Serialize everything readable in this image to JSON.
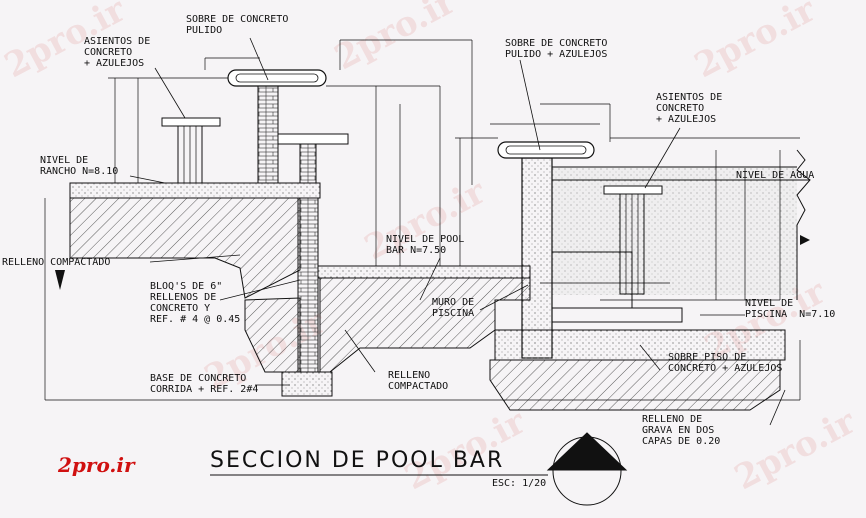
{
  "drawing": {
    "title": "SECCION DE POOL BAR",
    "scale": "ESC: 1/20",
    "brand": "2pro.ir",
    "watermark": "2pro.ir"
  },
  "labels": {
    "sobre_concreto_pulido": "SOBRE DE CONCRETO\nPULIDO",
    "asientos_left": "ASIENTOS DE\nCONCRETO\n+ AZULEJOS",
    "sobre_concreto_pulido_azulejos": "SOBRE DE CONCRETO\nPULIDO + AZULEJOS",
    "asientos_right": "ASIENTOS DE\nCONCRETO\n+ AZULEJOS",
    "nivel_rancho": "NIVEL DE\nRANCHO N=8.10",
    "nivel_agua": "NIVEL DE AGUA",
    "relleno_compactado_left": "RELLENO COMPACTADO",
    "nivel_pool_bar": "NIVEL DE POOL\nBAR N=7.50",
    "blocks": "BLOQ'S DE 6\"\nRELLENOS DE\nCONCRETO Y\nREF. # 4 @ 0.45",
    "muro_piscina": "MURO DE\nPISCINA",
    "nivel_piscina": "NIVEL DE\nPISCINA  N=7.10",
    "relleno_compactado_center": "RELLENO\nCOMPACTADO",
    "base_concreto": "BASE DE CONCRETO\nCORRIDA + REF. 2#4",
    "sobre_piso": "SOBRE PISO DE\nCONCRETO + AZULEJOS",
    "relleno_grava": "RELLENO DE\nGRAVA EN DOS\nCAPAS DE 0.20"
  },
  "colors": {
    "line": "#111111",
    "hatch": "#333333",
    "water": "#d8d8d8",
    "brand": "#d01010"
  }
}
